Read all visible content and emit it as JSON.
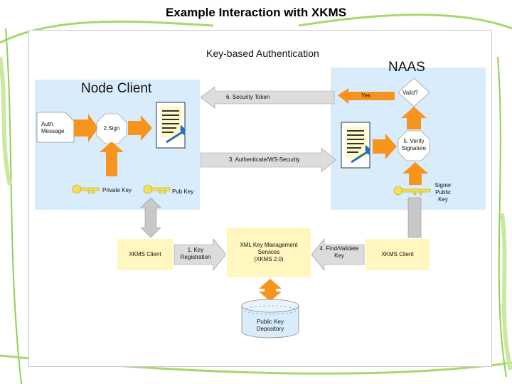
{
  "title": "Example Interaction with XKMS",
  "diagram": {
    "heading": "Key-based Authentication",
    "naas_label": "NAAS",
    "node_client_label": "Node Client",
    "security_token": "6. Security Token",
    "yes_label": "Yes",
    "valid_label": "Valid?",
    "auth_message": [
      "Auth",
      "Message"
    ],
    "sign_label": "2.Sign",
    "verify_label": [
      "5. Verify",
      "Signature"
    ],
    "authenticate_label": "3. Authenticate/WS-Security",
    "private_key": "Private Key",
    "pub_key": "Pub Key",
    "signer_key": [
      "Signer",
      "Public",
      "Key"
    ],
    "xkms_client_left": "XKMS Client",
    "key_registration": [
      "1. Key",
      "Registration"
    ],
    "xkms_services": [
      "XML Key Management",
      "Services",
      "(XKMS 2.0)"
    ],
    "find_validate": [
      "4. Find/Validate",
      "Key"
    ],
    "xkms_client_right": "XKMS Client",
    "repository": [
      "Public Key",
      "Depository"
    ]
  },
  "colors": {
    "panel": "#d9ecfb",
    "arrow_orange": "#f7941d",
    "arrow_gray": "#c8c8c8",
    "box_yellow": "#fff7bf",
    "slide_green": "#7cc242"
  }
}
